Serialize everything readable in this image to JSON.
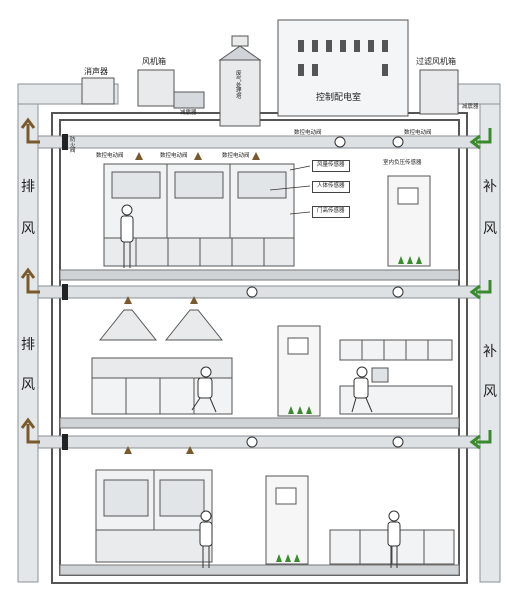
{
  "top": {
    "silencer": "消声器",
    "fan_box": "风机箱",
    "damper_left": "减震器",
    "exhaust_tower": "废气处理塔",
    "control_room": "控制配电室",
    "filter_fan_box": "过滤风机箱",
    "damper_right": "减震器"
  },
  "side": {
    "exhaust_1": "排",
    "exhaust_2": "风",
    "supply_1": "补",
    "supply_2": "风"
  },
  "floor3": {
    "fire_valve": "防火阀",
    "valve_a": "数控电动阀",
    "valve_b": "数控电动阀",
    "valve_c": "数控电动阀",
    "valve_d": "数控电动阀",
    "valve_e": "数控电动阀",
    "pressure_sensor": "室内负压传感器",
    "sensor_wind": "风量传感器",
    "sensor_body": "人体传感器",
    "sensor_door": "门高传感器"
  },
  "colors": {
    "duct": "#d6dade",
    "duct_edge": "#8a9096",
    "exhaust_arrow": "#7a5a2c",
    "supply_arrow": "#3a8a2e",
    "wall": "#5a5a5a",
    "floor_slab": "#cfd3d6"
  }
}
